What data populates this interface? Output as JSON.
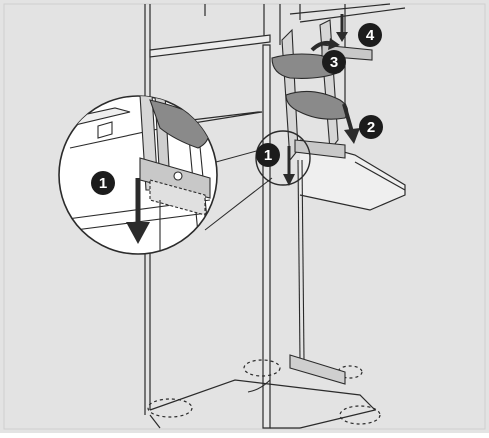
{
  "colors": {
    "background": "#e3e3e3",
    "panel": "#ffffff",
    "line": "#2b2b2b",
    "handle": "#8a8a8a",
    "badge": "#1c1c1c",
    "badge_text": "#ffffff"
  },
  "steps": [
    {
      "label": "1"
    },
    {
      "label": "2"
    },
    {
      "label": "3"
    },
    {
      "label": "4"
    },
    {
      "label": "1"
    }
  ]
}
